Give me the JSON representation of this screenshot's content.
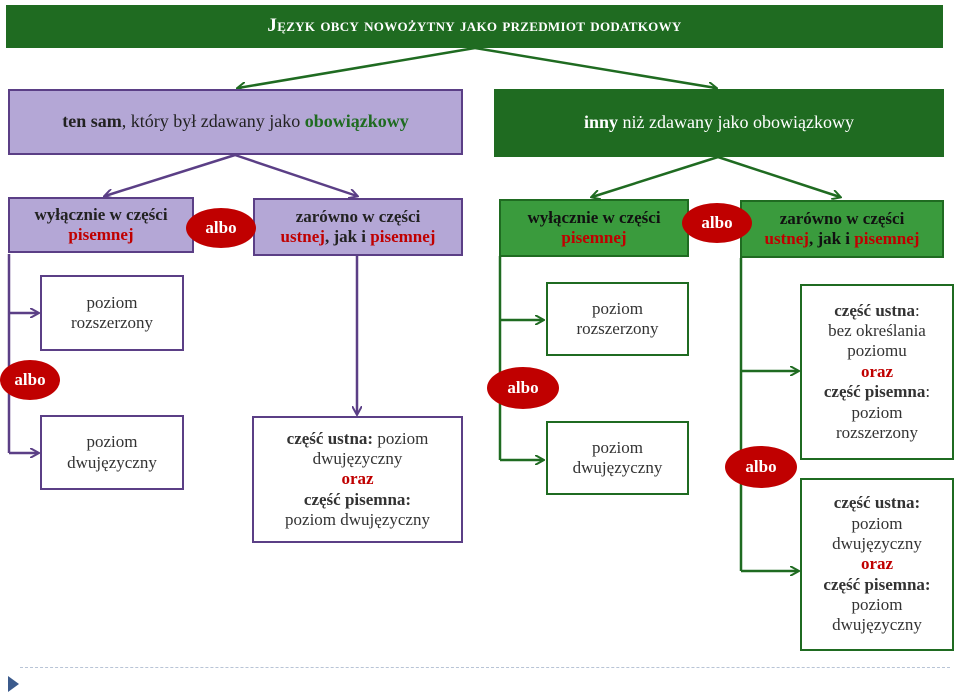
{
  "title": "Język obcy nowożytny jako przedmiot dodatkowy",
  "left": {
    "header": {
      "p1": "ten sam",
      "p2": ", który był zdawany jako ",
      "p3": "obowiązkowy"
    },
    "sub_a": {
      "l1": "wyłącznie w części",
      "l2": "pisemnej"
    },
    "sub_b": {
      "l1": "zarówno w części",
      "l2a": "ustnej",
      "l2b": ", jak i ",
      "l2c": "pisemnej"
    },
    "albo_top": "albo",
    "albo_side": "albo",
    "leaf1": {
      "l1": "poziom",
      "l2": "rozszerzony"
    },
    "leaf2": {
      "l1": "poziom",
      "l2": "dwujęzyczny"
    },
    "leaf3": {
      "l1a": "część ustna:",
      "l1b": " poziom",
      "l2": "dwujęzyczny",
      "l3": "oraz",
      "l4": "część pisemna:",
      "l5": "poziom dwujęzyczny"
    }
  },
  "right": {
    "header": {
      "p1": "inny",
      "p2": " niż zdawany jako obowiązkowy"
    },
    "sub_a": {
      "l1": "wyłącznie w części",
      "l2": "pisemnej"
    },
    "sub_b": {
      "l1": "zarówno w części",
      "l2a": "ustnej",
      "l2b": ", jak i ",
      "l2c": "pisemnej"
    },
    "albo_top": "albo",
    "albo_side": "albo",
    "albo_right": "albo",
    "leaf1": {
      "l1": "poziom",
      "l2": "rozszerzony"
    },
    "leaf2": {
      "l1": "poziom",
      "l2": "dwujęzyczny"
    },
    "leaf3": {
      "l1a": "część ustna",
      "l1b": ":",
      "l2": "bez określania",
      "l3": "poziomu",
      "l4": "oraz",
      "l5a": "część pisemna",
      "l5b": ":",
      "l6": "poziom",
      "l7": "rozszerzony"
    },
    "leaf4": {
      "l1": "część ustna:",
      "l2": "poziom",
      "l3": "dwujęzyczny",
      "l4": "oraz",
      "l5": "część pisemna:",
      "l6": "poziom",
      "l7": "dwujęzyczny"
    }
  },
  "colors": {
    "green": "#1f6b21",
    "purple": "#5b3f86",
    "lavender": "#b4a7d6",
    "red": "#c00000"
  }
}
